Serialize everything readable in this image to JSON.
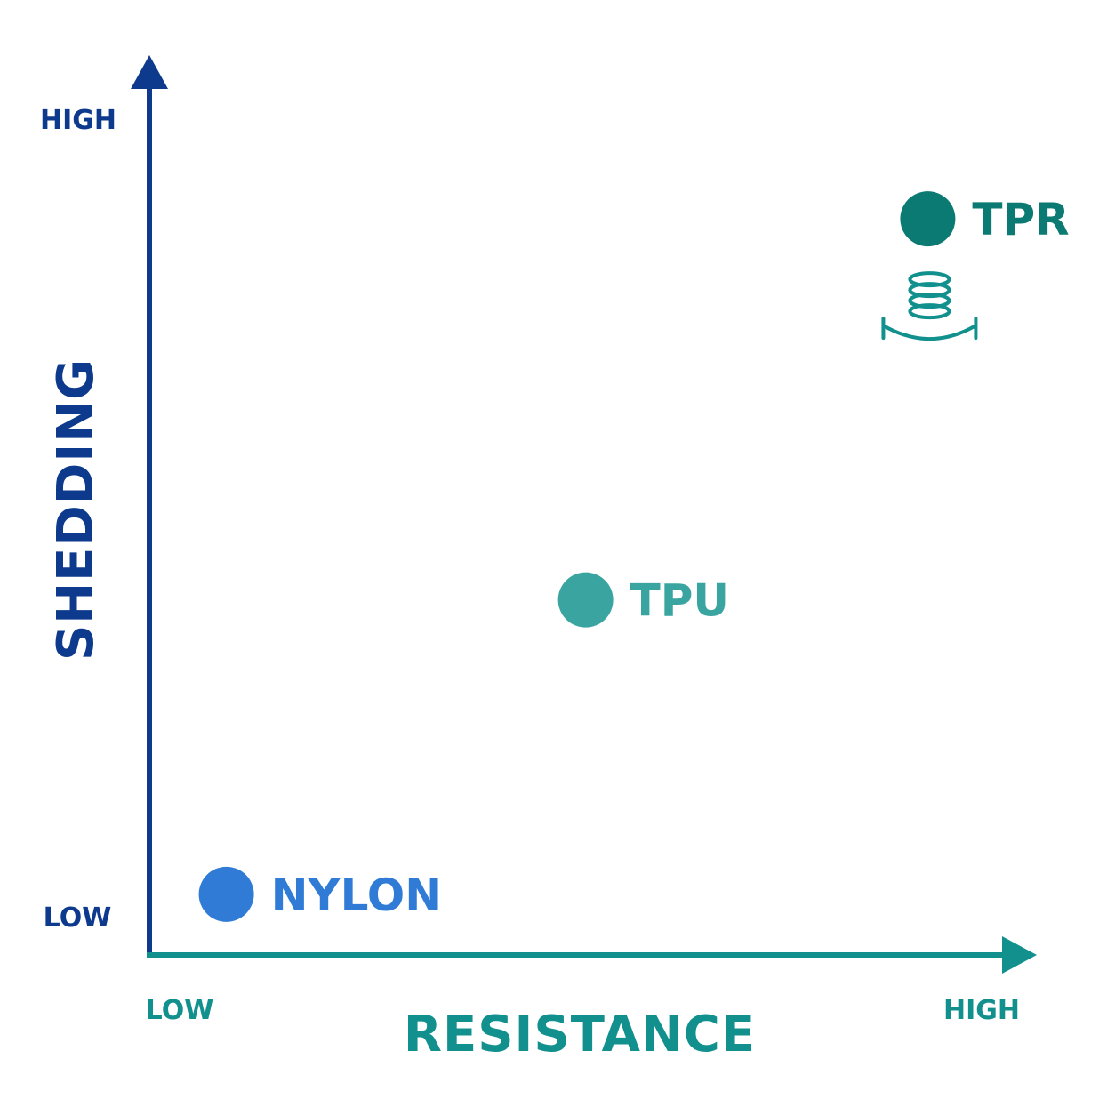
{
  "chart_data": {
    "type": "scatter",
    "xlabel": "RESISTANCE",
    "ylabel": "SHEDDING",
    "x_ticks": {
      "low": "LOW",
      "high": "HIGH"
    },
    "y_ticks": {
      "low": "LOW",
      "high": "HIGH"
    },
    "xlim": [
      0,
      10
    ],
    "ylim": [
      0,
      10
    ],
    "grid": false,
    "colors": {
      "y_axis": "#0d3a8c",
      "x_axis": "#12908e",
      "xlabel": "#12908e",
      "ylabel": "#0d3a8c"
    },
    "points": [
      {
        "label": "NYLON",
        "x": 0.9,
        "y": 0.7,
        "color": "#2f7bd6"
      },
      {
        "label": "TPU",
        "x": 5.1,
        "y": 4.1,
        "color": "#3aa5a0"
      },
      {
        "label": "TPR",
        "x": 9.1,
        "y": 8.5,
        "color": "#0b7a73",
        "icon": "spring-compression-icon"
      }
    ]
  }
}
